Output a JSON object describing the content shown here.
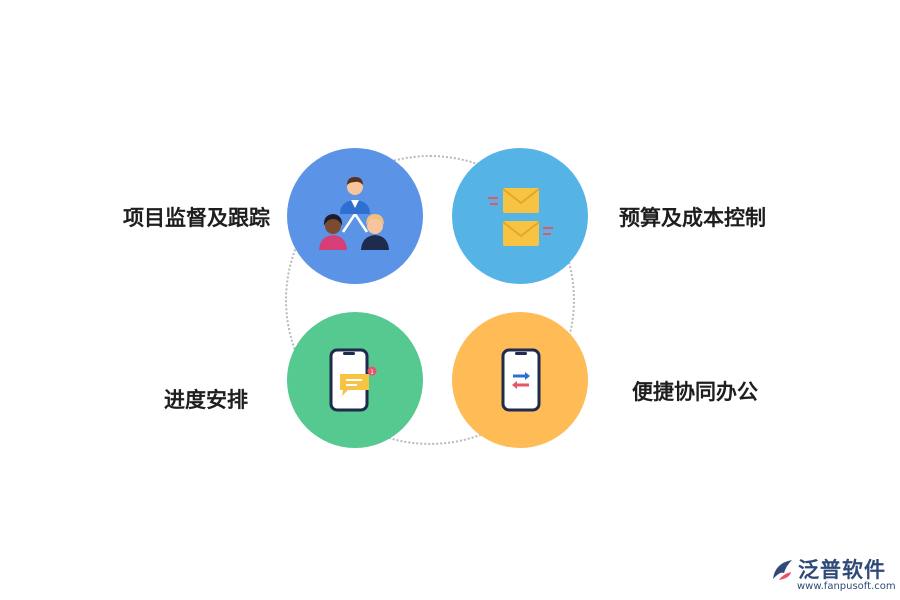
{
  "nodes": [
    {
      "label": "项目监督及跟踪",
      "icon": "team-hierarchy-icon",
      "color": "#5b93e6"
    },
    {
      "label": "预算及成本控制",
      "icon": "envelopes-icon",
      "color": "#55b4e5"
    },
    {
      "label": "进度安排",
      "icon": "phone-message-icon",
      "color": "#55c98f"
    },
    {
      "label": "便捷协同办公",
      "icon": "phone-transfer-icon",
      "color": "#ffbb55"
    }
  ],
  "logo": {
    "name": "泛普软件",
    "url": "www.fanpusoft.com"
  }
}
